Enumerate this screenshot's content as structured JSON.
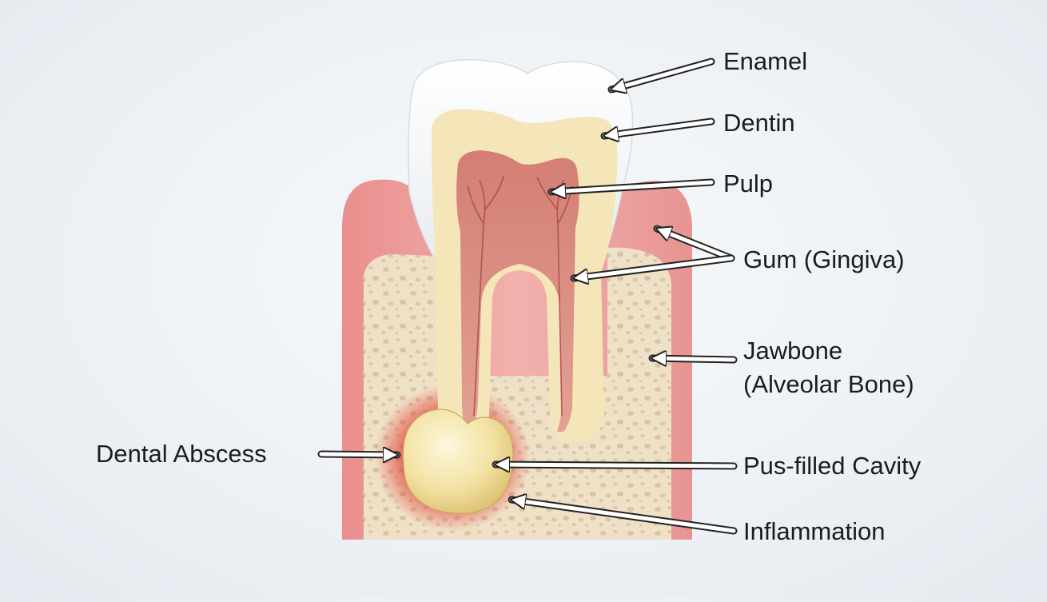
{
  "labels": {
    "enamel": "Enamel",
    "dentin": "Dentin",
    "pulp": "Pulp",
    "gum": "Gum (Gingiva)",
    "jawbone_line1": "Jawbone",
    "jawbone_line2": "(Alveolar Bone)",
    "abscess": "Dental Abscess",
    "pus": "Pus-filled Cavity",
    "inflammation": "Inflammation"
  },
  "colors": {
    "enamel": "#fbfcfd",
    "dentin": "#f4e6b8",
    "pulp": "#d98b80",
    "gum": "#ec9d9b",
    "bone": "#efe0c7",
    "pus": "#f3e3a6",
    "inflammation": "#e23b34"
  }
}
